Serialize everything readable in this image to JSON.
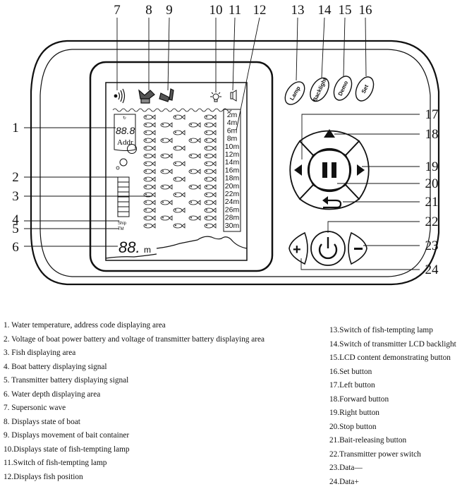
{
  "callouts": {
    "top": [
      "7",
      "8",
      "9",
      "10",
      "11",
      "12",
      "13",
      "14",
      "15",
      "16"
    ],
    "left": [
      "1",
      "2",
      "3",
      "4",
      "5",
      "6"
    ],
    "right": [
      "17",
      "18",
      "19",
      "20",
      "21",
      "22",
      "23",
      "24"
    ]
  },
  "buttons": {
    "lamp": "Lamp",
    "backlight": "Backlight",
    "demo": "Demo",
    "set": "Set"
  },
  "screen": {
    "temp_digits": "88.8",
    "addr": "Addr",
    "depth_readout": "88.",
    "depth_unit": "m",
    "ship_label": "Ship",
    "tm_label": "TM",
    "depth_scale": [
      "2m",
      "4m",
      "6m",
      "8m",
      "10m",
      "12m",
      "14m",
      "16m",
      "18m",
      "20m",
      "22m",
      "24m",
      "26m",
      "28m",
      "30m"
    ]
  },
  "legend_left": [
    "1.  Water temperature, address code displaying area",
    "2.  Voltage of boat power battery and voltage of transmitter battery displaying area",
    "3.  Fish displaying area",
    "4.  Boat battery displaying signal",
    "5.  Transmitter battery displaying signal",
    "6.  Water depth displaying area",
    "7.  Supersonic wave",
    "8.  Displays state of boat",
    "9.  Displays movement of bait container",
    "10.Displays state of fish-tempting lamp",
    "11.Switch of fish-tempting lamp",
    "12.Displays fish position"
  ],
  "legend_right": [
    "13.Switch of fish-tempting lamp",
    "14.Switch of transmitter LCD backlight",
    "15.LCD content demonstrating button",
    "16.Set button",
    "17.Left button",
    "18.Forward button",
    "19.Right button",
    "20.Stop button",
    "21.Bait-releasing button",
    "22.Transmitter power switch",
    "23.Data—",
    "24.Data+"
  ]
}
